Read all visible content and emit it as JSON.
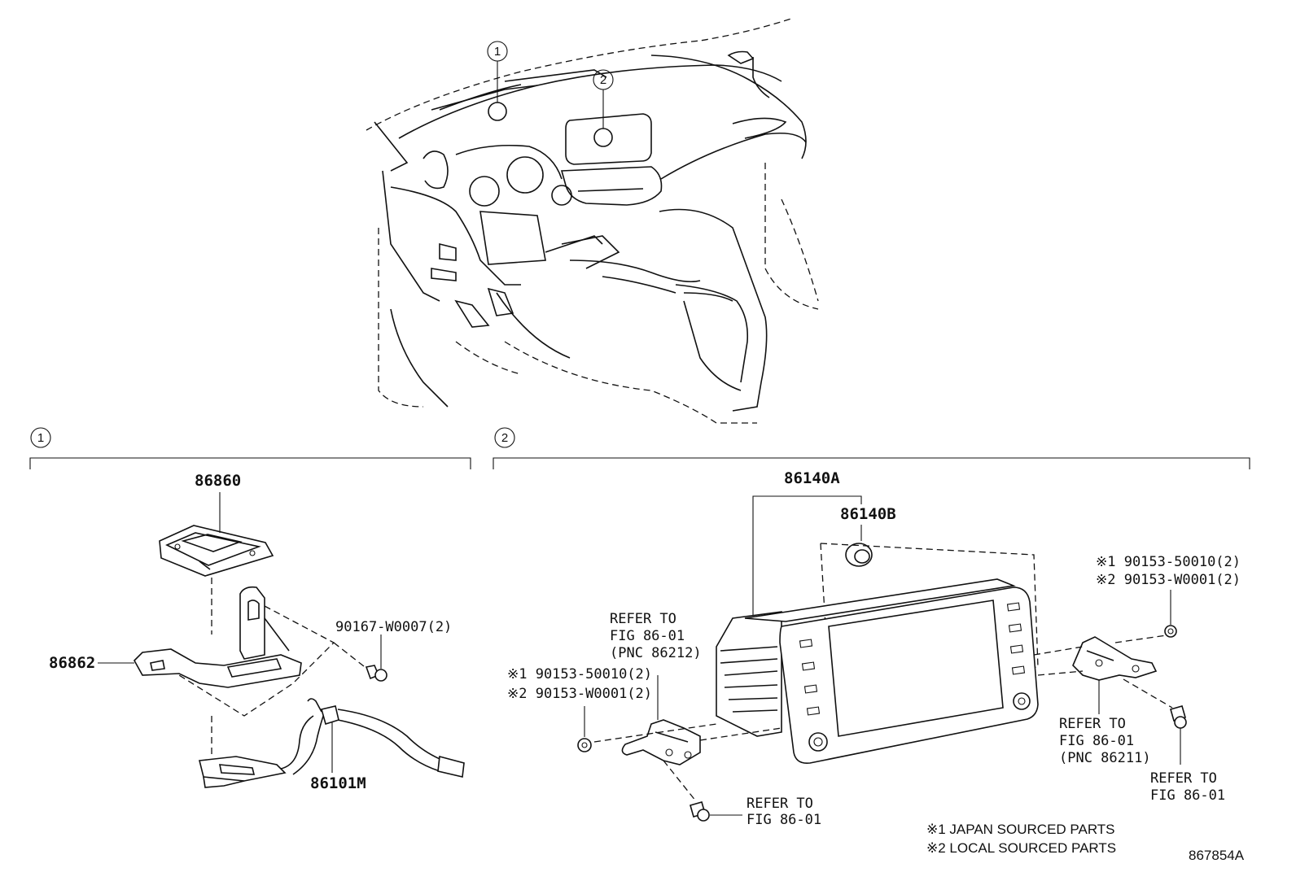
{
  "diagram_id": "867854A",
  "callouts": {
    "c1": "1",
    "c2": "2"
  },
  "section1": {
    "marker": "1",
    "parts": {
      "p86860": "86860",
      "p86862": "86862",
      "p90167": "90167-W0007(2)",
      "p86101m": "86101M"
    }
  },
  "section2": {
    "marker": "2",
    "parts": {
      "p86140a": "86140A",
      "p86140b": "86140B",
      "right_bolt_jp": "※1 90153-50010(2)",
      "right_bolt_local": "※2 90153-W0001(2)",
      "left_bolt_jp": "※1 90153-50010(2)",
      "left_bolt_local": "※2 90153-W0001(2)"
    },
    "refs": {
      "left_bracket": [
        "REFER TO",
        "FIG 86-01",
        "(PNC 86212)"
      ],
      "left_screw": [
        "REFER TO",
        "FIG 86-01"
      ],
      "right_bracket": [
        "REFER TO",
        "FIG 86-01",
        "(PNC 86211)"
      ],
      "right_screw": [
        "REFER TO",
        "FIG 86-01"
      ]
    }
  },
  "legend": {
    "japan": "※1 JAPAN SOURCED PARTS",
    "local": "※2 LOCAL SOURCED PARTS"
  }
}
